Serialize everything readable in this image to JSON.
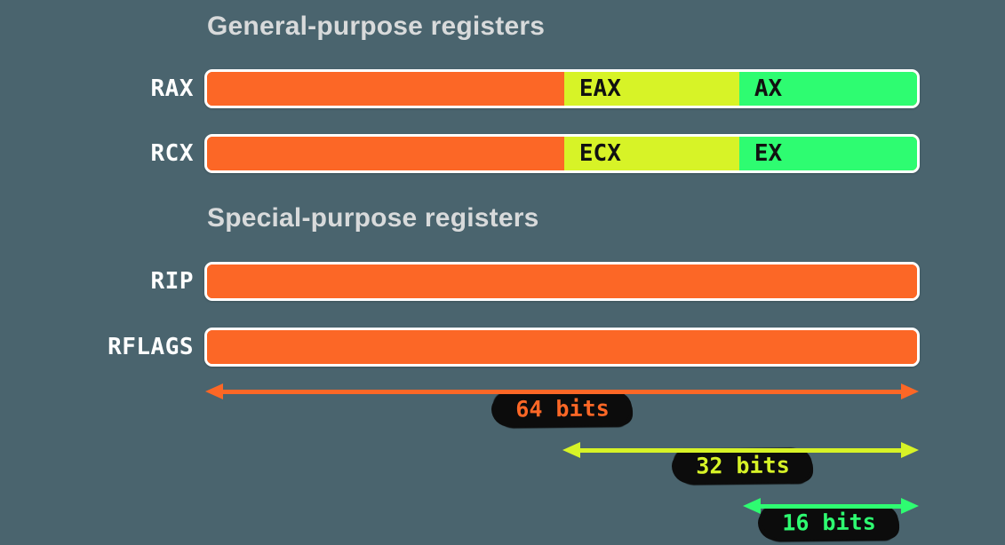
{
  "colors": {
    "background": "#4a646e",
    "orange": "#fc6726",
    "yellow_green": "#d7f327",
    "green": "#2efc71",
    "heading_text": "#d8dadb",
    "register_label": "#ffffff",
    "segment_label": "#111111",
    "bar_border": "#ffffff",
    "patch": "#0c0c0c"
  },
  "headings": {
    "general": "General-purpose registers",
    "special": "Special-purpose registers"
  },
  "registers": {
    "rax": {
      "name": "RAX",
      "label_32": "EAX",
      "label_16": "AX"
    },
    "rcx": {
      "name": "RCX",
      "label_32": "ECX",
      "label_16": "EX"
    },
    "rip": {
      "name": "RIP"
    },
    "rflags": {
      "name": "RFLAGS"
    }
  },
  "arrows": {
    "bits64": {
      "label": "64 bits"
    },
    "bits32": {
      "label": "32 bits"
    },
    "bits16": {
      "label": "16 bits"
    }
  }
}
